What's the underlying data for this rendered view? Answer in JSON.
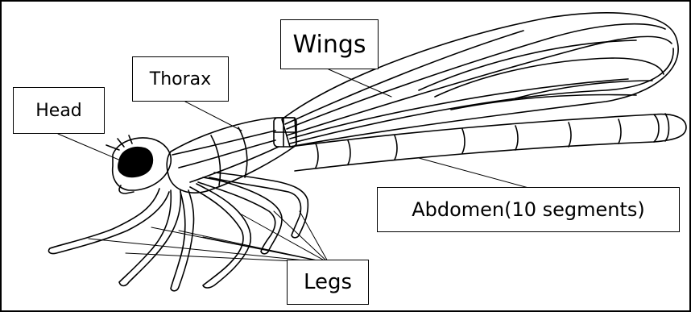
{
  "labels": {
    "head": "Head",
    "thorax": "Thorax",
    "wings": "Wings",
    "abdomen": "Abdomen(10 segments)",
    "legs": "Legs"
  },
  "colors": {
    "line": "#000000",
    "background": "#ffffff",
    "eye": "#000000"
  }
}
